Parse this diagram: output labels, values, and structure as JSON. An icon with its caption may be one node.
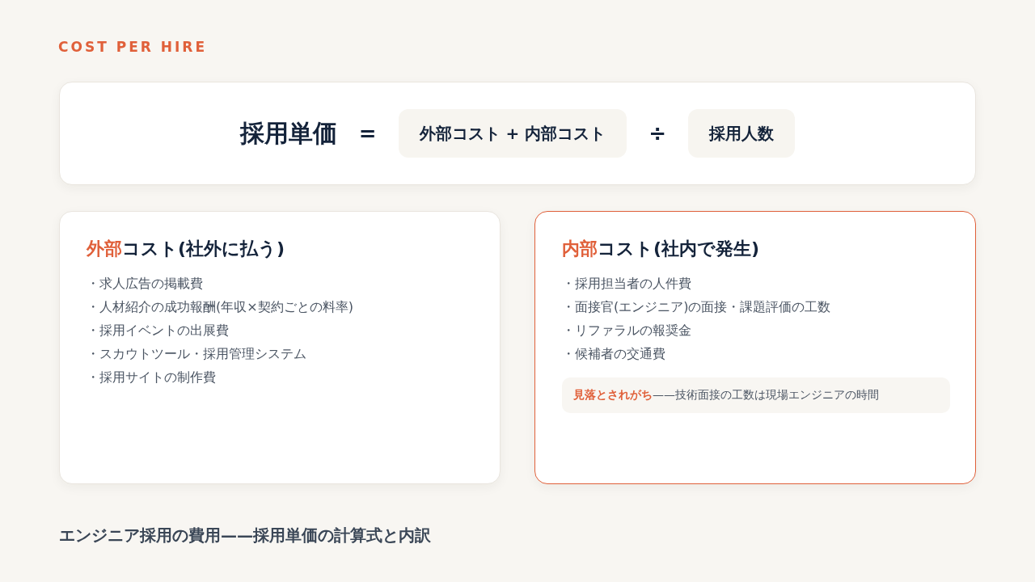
{
  "diagram": {
    "title": "COST PER HIRE",
    "caption": "エンジニア採用の費用——採用単価の計算式と内訳",
    "nodes": [
      {
        "text": [
          "採用単価"
        ]
      },
      {
        "text": [
          "外部コスト + 内部コスト"
        ],
        "in": 0
      },
      {
        "text": [
          "採用人数"
        ],
        "in": 0
      },
      {
        "text": [
          "**外部**コスト(社外に払う)",
          "・求人広告の掲載費",
          "・人材紹介の成功報酬(年収×契約ごとの料率)",
          "・採用イベントの出展費",
          "・スカウトツール・採用管理システム",
          "・採用サイトの制作費"
        ]
      },
      {
        "text": [
          "**内部**コスト(社内で発生)",
          "・採用担当者の人件費",
          "・面接官(エンジニア)の面接・課題評価の工数",
          "・リファラルの報奨金",
          "・候補者の交通費"
        ]
      },
      {
        "text": [
          "**見落とされがち**——技術面接の工数は現場エンジニアの時間"
        ],
        "in": 4
      }
    ],
    "labels": [
      "=",
      "÷"
    ]
  }
}
